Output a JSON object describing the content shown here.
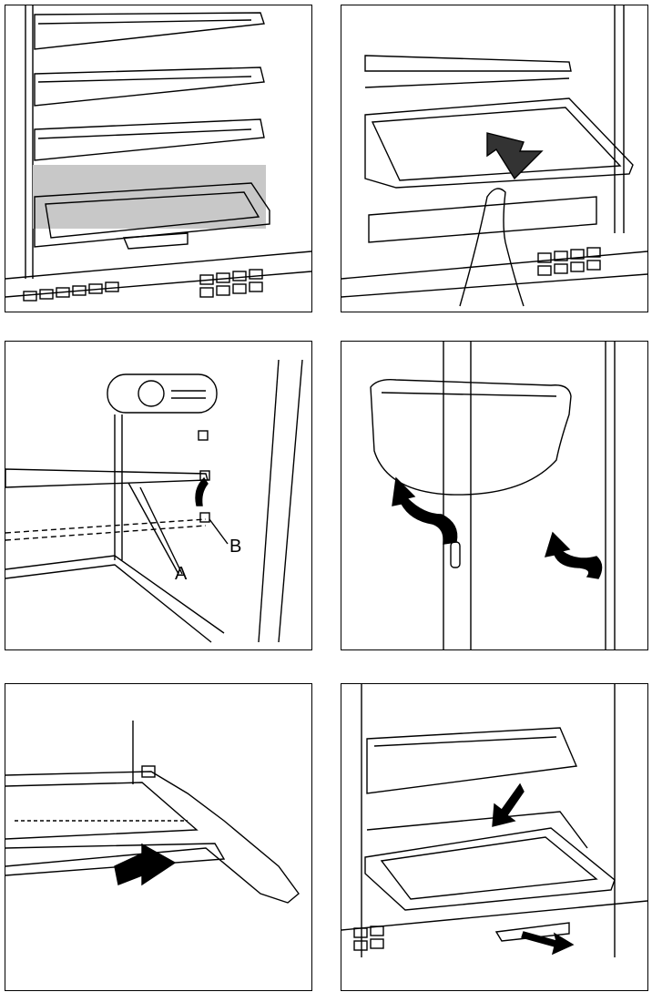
{
  "figures": [
    {
      "id": "fig-1",
      "subject": "shelves-with-crisper-cover"
    },
    {
      "id": "fig-2",
      "subject": "removing-glass-shelf"
    },
    {
      "id": "fig-3",
      "subject": "shelf-supports",
      "labels": {
        "a": "A",
        "b": "B"
      }
    },
    {
      "id": "fig-4",
      "subject": "door-balcony"
    },
    {
      "id": "fig-5",
      "subject": "inserting-shelf"
    },
    {
      "id": "fig-6",
      "subject": "removing-crisper-cover"
    }
  ]
}
